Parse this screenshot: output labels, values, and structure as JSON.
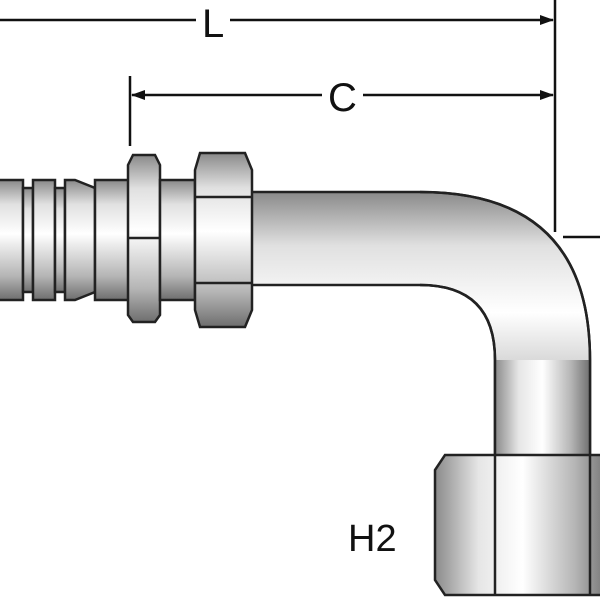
{
  "dimensions": {
    "length_label": "L",
    "center_label": "C",
    "hex_label": "H2"
  },
  "colors": {
    "line": "#111111",
    "metal_light": "#f2f2f2",
    "metal_mid": "#bdbdbd",
    "metal_dark": "#7a7a7a"
  }
}
